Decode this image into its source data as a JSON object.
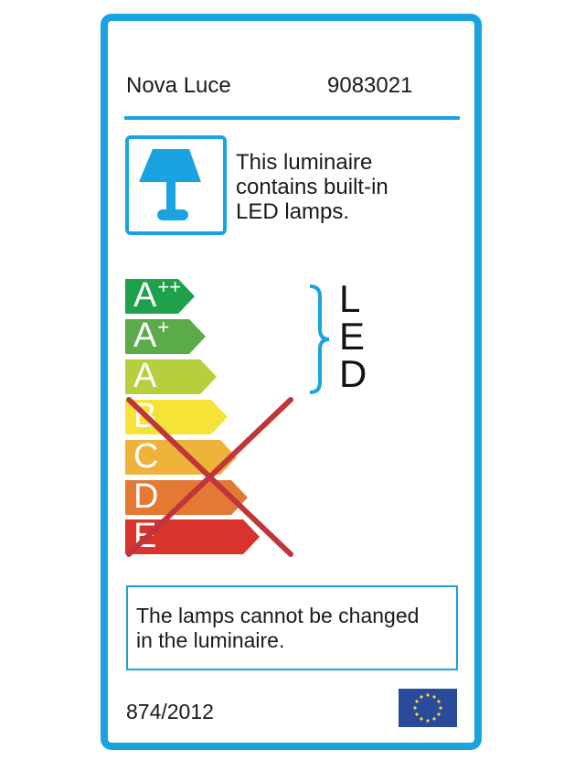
{
  "header": {
    "brand": "Nova Luce",
    "model_number": "9083021"
  },
  "info": {
    "icon": "table-lamp-icon",
    "lines": [
      "This luminaire",
      "contains built-in",
      "LED lamps."
    ]
  },
  "energy_scale": {
    "classes": [
      {
        "letter": "A",
        "sup": "++",
        "color": "#1fa04a"
      },
      {
        "letter": "A",
        "sup": "+",
        "color": "#5bac48"
      },
      {
        "letter": "A",
        "sup": "",
        "color": "#b6cf3d"
      },
      {
        "letter": "B",
        "sup": "",
        "color": "#f5e437"
      },
      {
        "letter": "C",
        "sup": "",
        "color": "#efb23a"
      },
      {
        "letter": "D",
        "sup": "",
        "color": "#e47934"
      },
      {
        "letter": "E",
        "sup": "",
        "color": "#d8332c"
      }
    ],
    "applicable_label": [
      "L",
      "E",
      "D"
    ],
    "crossed_out": [
      "B",
      "C",
      "D",
      "E"
    ],
    "cross_color": "#c0353a",
    "accent": "#1aa3e0"
  },
  "notice": {
    "lines": [
      "The lamps cannot be changed",
      "in the luminaire."
    ]
  },
  "footer": {
    "regulation": "874/2012",
    "flag": "eu-flag-icon"
  }
}
